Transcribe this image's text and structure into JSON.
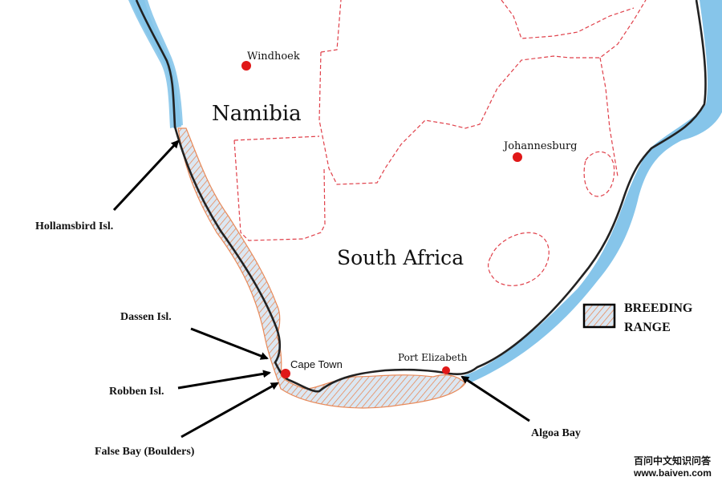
{
  "map": {
    "countries": {
      "namibia": "Namibia",
      "south_africa": "South Africa"
    },
    "cities": {
      "windhoek": "Windhoek",
      "johannesburg": "Johannesburg",
      "cape_town": "Cape Town",
      "port_elizabeth": "Port Elizabeth"
    },
    "islands": {
      "hollamsbird": "Hollamsbird Isl.",
      "dassen": "Dassen Isl.",
      "robben": "Robben Isl.",
      "false_bay": "False Bay (Boulders)",
      "algoa": "Algoa Bay"
    },
    "legend": {
      "line1": "BREEDING",
      "line2": "RANGE"
    },
    "watermark": {
      "line1": "百问中文知识问答",
      "line2": "www.baiven.com"
    },
    "colors": {
      "ocean": "#86c5ea",
      "coastline": "#222222",
      "border": "#e0404a",
      "city": "#e01818",
      "hatch": "#e88a5a",
      "hatch_bg": "#dbe7f2",
      "arrow": "#000000"
    }
  }
}
